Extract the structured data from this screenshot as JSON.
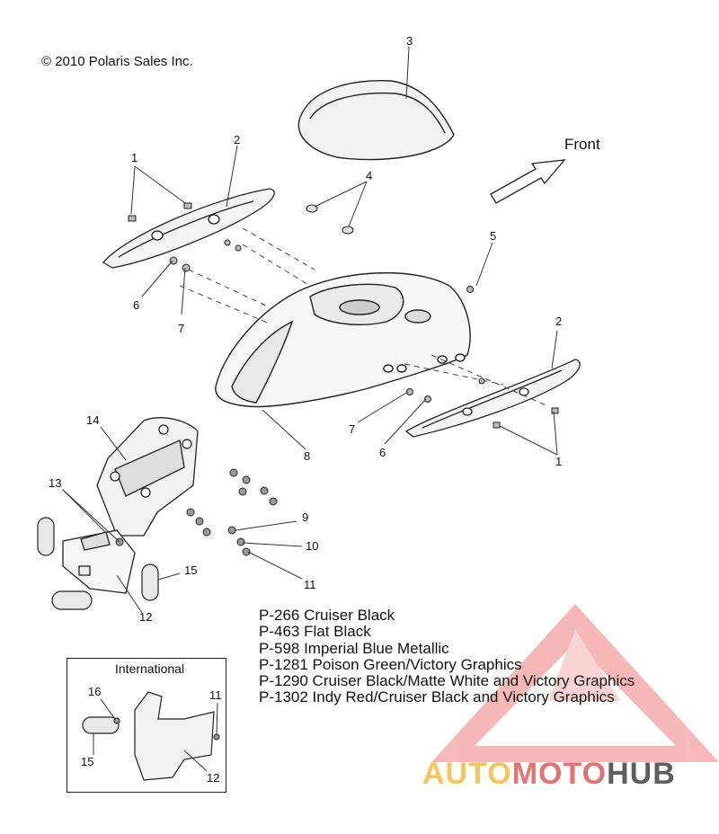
{
  "copyright": "© 2010 Polaris Sales Inc.",
  "front_label": "Front",
  "callouts": [
    {
      "id": "c3",
      "text": "3"
    },
    {
      "id": "c1a",
      "text": "1"
    },
    {
      "id": "c2a",
      "text": "2"
    },
    {
      "id": "c4",
      "text": "4"
    },
    {
      "id": "c5",
      "text": "5"
    },
    {
      "id": "c6a",
      "text": "6"
    },
    {
      "id": "c7a",
      "text": "7"
    },
    {
      "id": "c2b",
      "text": "2"
    },
    {
      "id": "c7b",
      "text": "7"
    },
    {
      "id": "c6b",
      "text": "6"
    },
    {
      "id": "c8",
      "text": "8"
    },
    {
      "id": "c1b",
      "text": "1"
    },
    {
      "id": "c14",
      "text": "14"
    },
    {
      "id": "c13",
      "text": "13"
    },
    {
      "id": "c9",
      "text": "9"
    },
    {
      "id": "c10",
      "text": "10"
    },
    {
      "id": "c11a",
      "text": "11"
    },
    {
      "id": "c15a",
      "text": "15"
    },
    {
      "id": "c12a",
      "text": "12"
    },
    {
      "id": "c16",
      "text": "16"
    },
    {
      "id": "c11b",
      "text": "11"
    },
    {
      "id": "c15b",
      "text": "15"
    },
    {
      "id": "c12b",
      "text": "12"
    }
  ],
  "paint_codes": [
    "P-266  Cruiser Black",
    "P-463  Flat Black",
    "P-598  Imperial Blue Metallic",
    "P-1281 Poison Green/Victory Graphics",
    "P-1290 Cruiser Black/Matte White and Victory Graphics",
    "P-1302 Indy Red/Cruiser Black and Victory Graphics"
  ],
  "international_title": "International",
  "watermark": {
    "part1": "AUTO",
    "part2": "MOTO",
    "part3": "HUB",
    "colors": {
      "auto": "#f7c35c",
      "moto": "#e87070",
      "hub": "#5e5e5e",
      "triangle": "#e87070"
    }
  }
}
